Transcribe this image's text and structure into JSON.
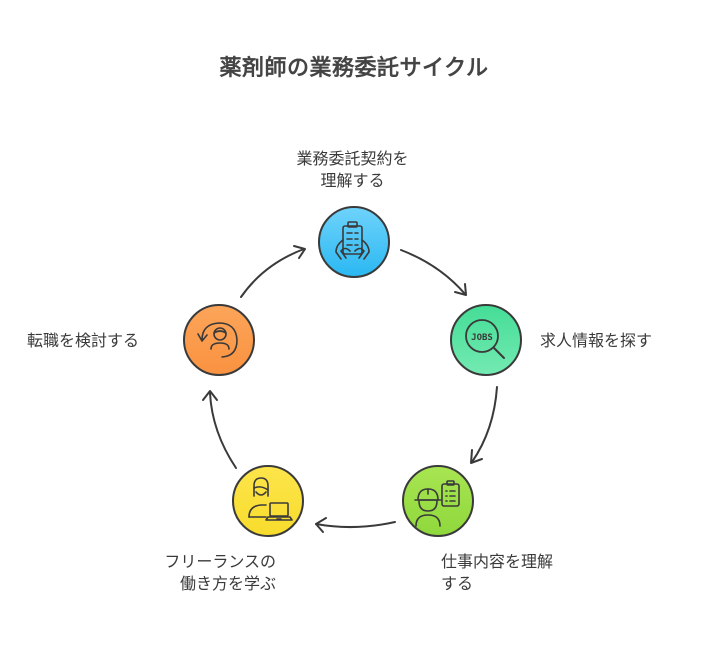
{
  "title": "薬剤師の業務委託サイクル",
  "steps": [
    {
      "id": "understand-contract",
      "label_line1": "業務委託契約を",
      "label_line2": "理解する",
      "color": "#3fc2f5",
      "icon": "clipboard-hands-icon"
    },
    {
      "id": "search-jobs",
      "label_line1": "求人情報を探す",
      "label_line2": "",
      "color": "#55e3a0",
      "icon": "jobs-magnifier-icon",
      "icon_text": "JOBS"
    },
    {
      "id": "understand-work",
      "label_line1": "仕事内容を理解",
      "label_line2": "する",
      "color": "#9ee04a",
      "icon": "worker-checklist-icon"
    },
    {
      "id": "learn-freelance",
      "label_line1": "フリーランスの",
      "label_line2": "働き方を学ぶ",
      "color": "#fbe23f",
      "icon": "person-laptop-icon"
    },
    {
      "id": "consider-career-change",
      "label_line1": "転職を検討する",
      "label_line2": "",
      "color": "#fb9c4c",
      "icon": "person-cycle-icon"
    }
  ],
  "colors": {
    "stroke": "#3a3a3a",
    "text": "#3a3a3a",
    "title": "#444444"
  }
}
